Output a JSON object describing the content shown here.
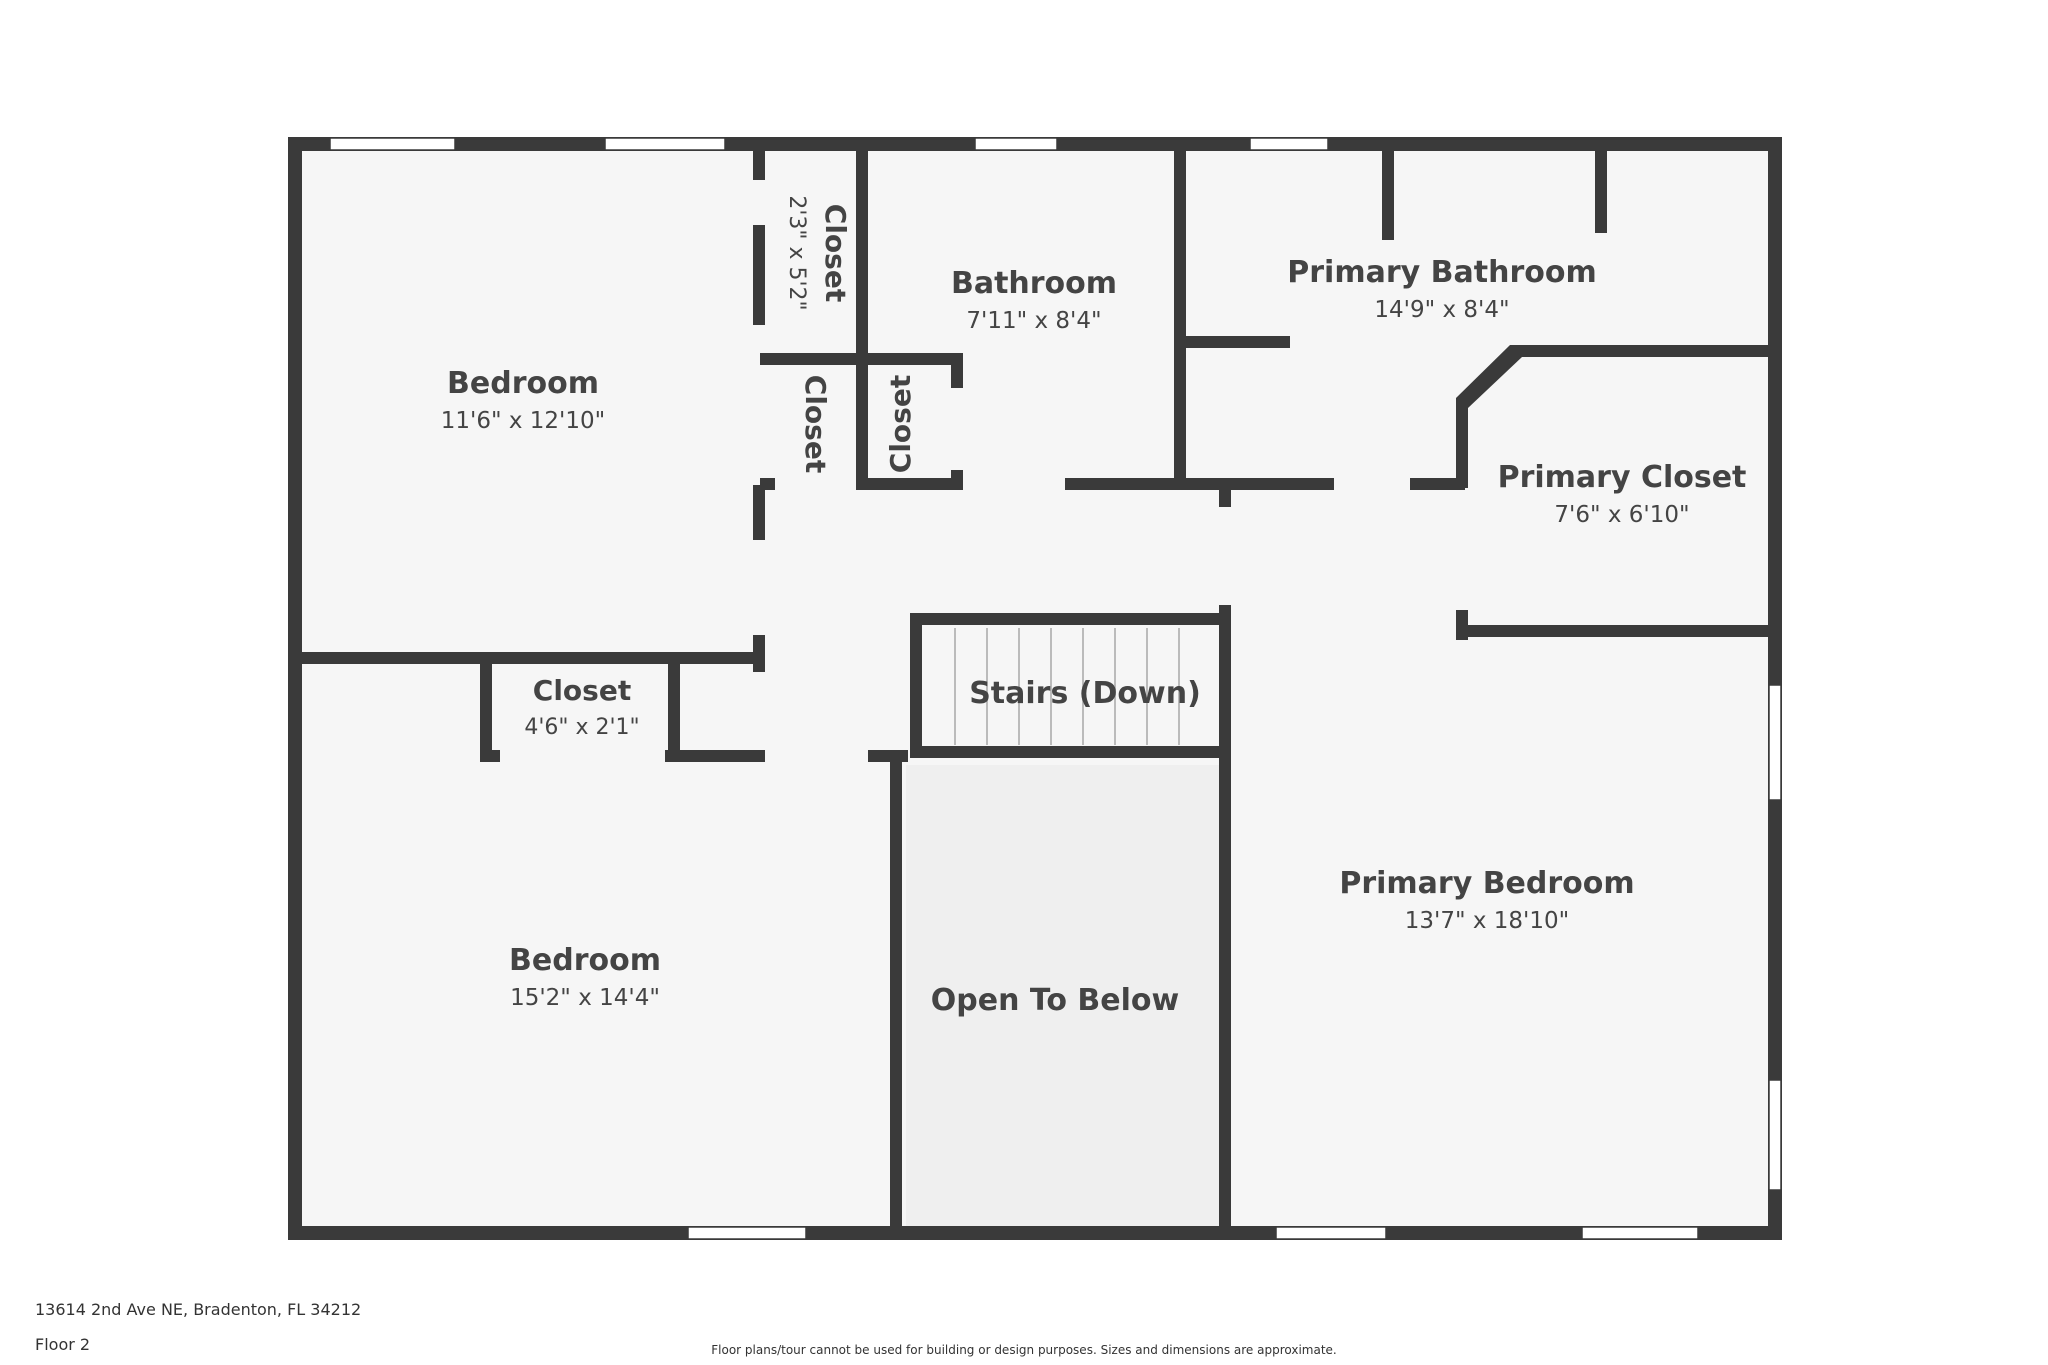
{
  "colors": {
    "wall": "#3a3a3a",
    "floor": "#f6f6f6",
    "open_below": "#efefef",
    "text": "#444444",
    "background": "#ffffff"
  },
  "rooms": {
    "bedroom_top": {
      "name": "Bedroom",
      "dims": "11'6\" x 12'10\""
    },
    "closet_narrow": {
      "name": "Closet",
      "dims": "2'3\" x 5'2\""
    },
    "closet_a": {
      "name": "Closet"
    },
    "closet_b": {
      "name": "Closet"
    },
    "bathroom": {
      "name": "Bathroom",
      "dims": "7'11\" x 8'4\""
    },
    "primary_bathroom": {
      "name": "Primary Bathroom",
      "dims": "14'9\" x 8'4\""
    },
    "primary_closet": {
      "name": "Primary Closet",
      "dims": "7'6\" x 6'10\""
    },
    "closet_small": {
      "name": "Closet",
      "dims": "4'6\" x 2'1\""
    },
    "stairs": {
      "name": "Stairs (Down)"
    },
    "bedroom_bottom": {
      "name": "Bedroom",
      "dims": "15'2\" x 14'4\""
    },
    "open_below": {
      "name": "Open To Below"
    },
    "primary_bedroom": {
      "name": "Primary Bedroom",
      "dims": "13'7\" x 18'10\""
    }
  },
  "footer": {
    "address": "13614 2nd Ave NE, Bradenton, FL 34212",
    "floor": "Floor 2",
    "disclaimer": "Floor plans/tour cannot be used for building or design purposes. Sizes and dimensions are approximate."
  }
}
